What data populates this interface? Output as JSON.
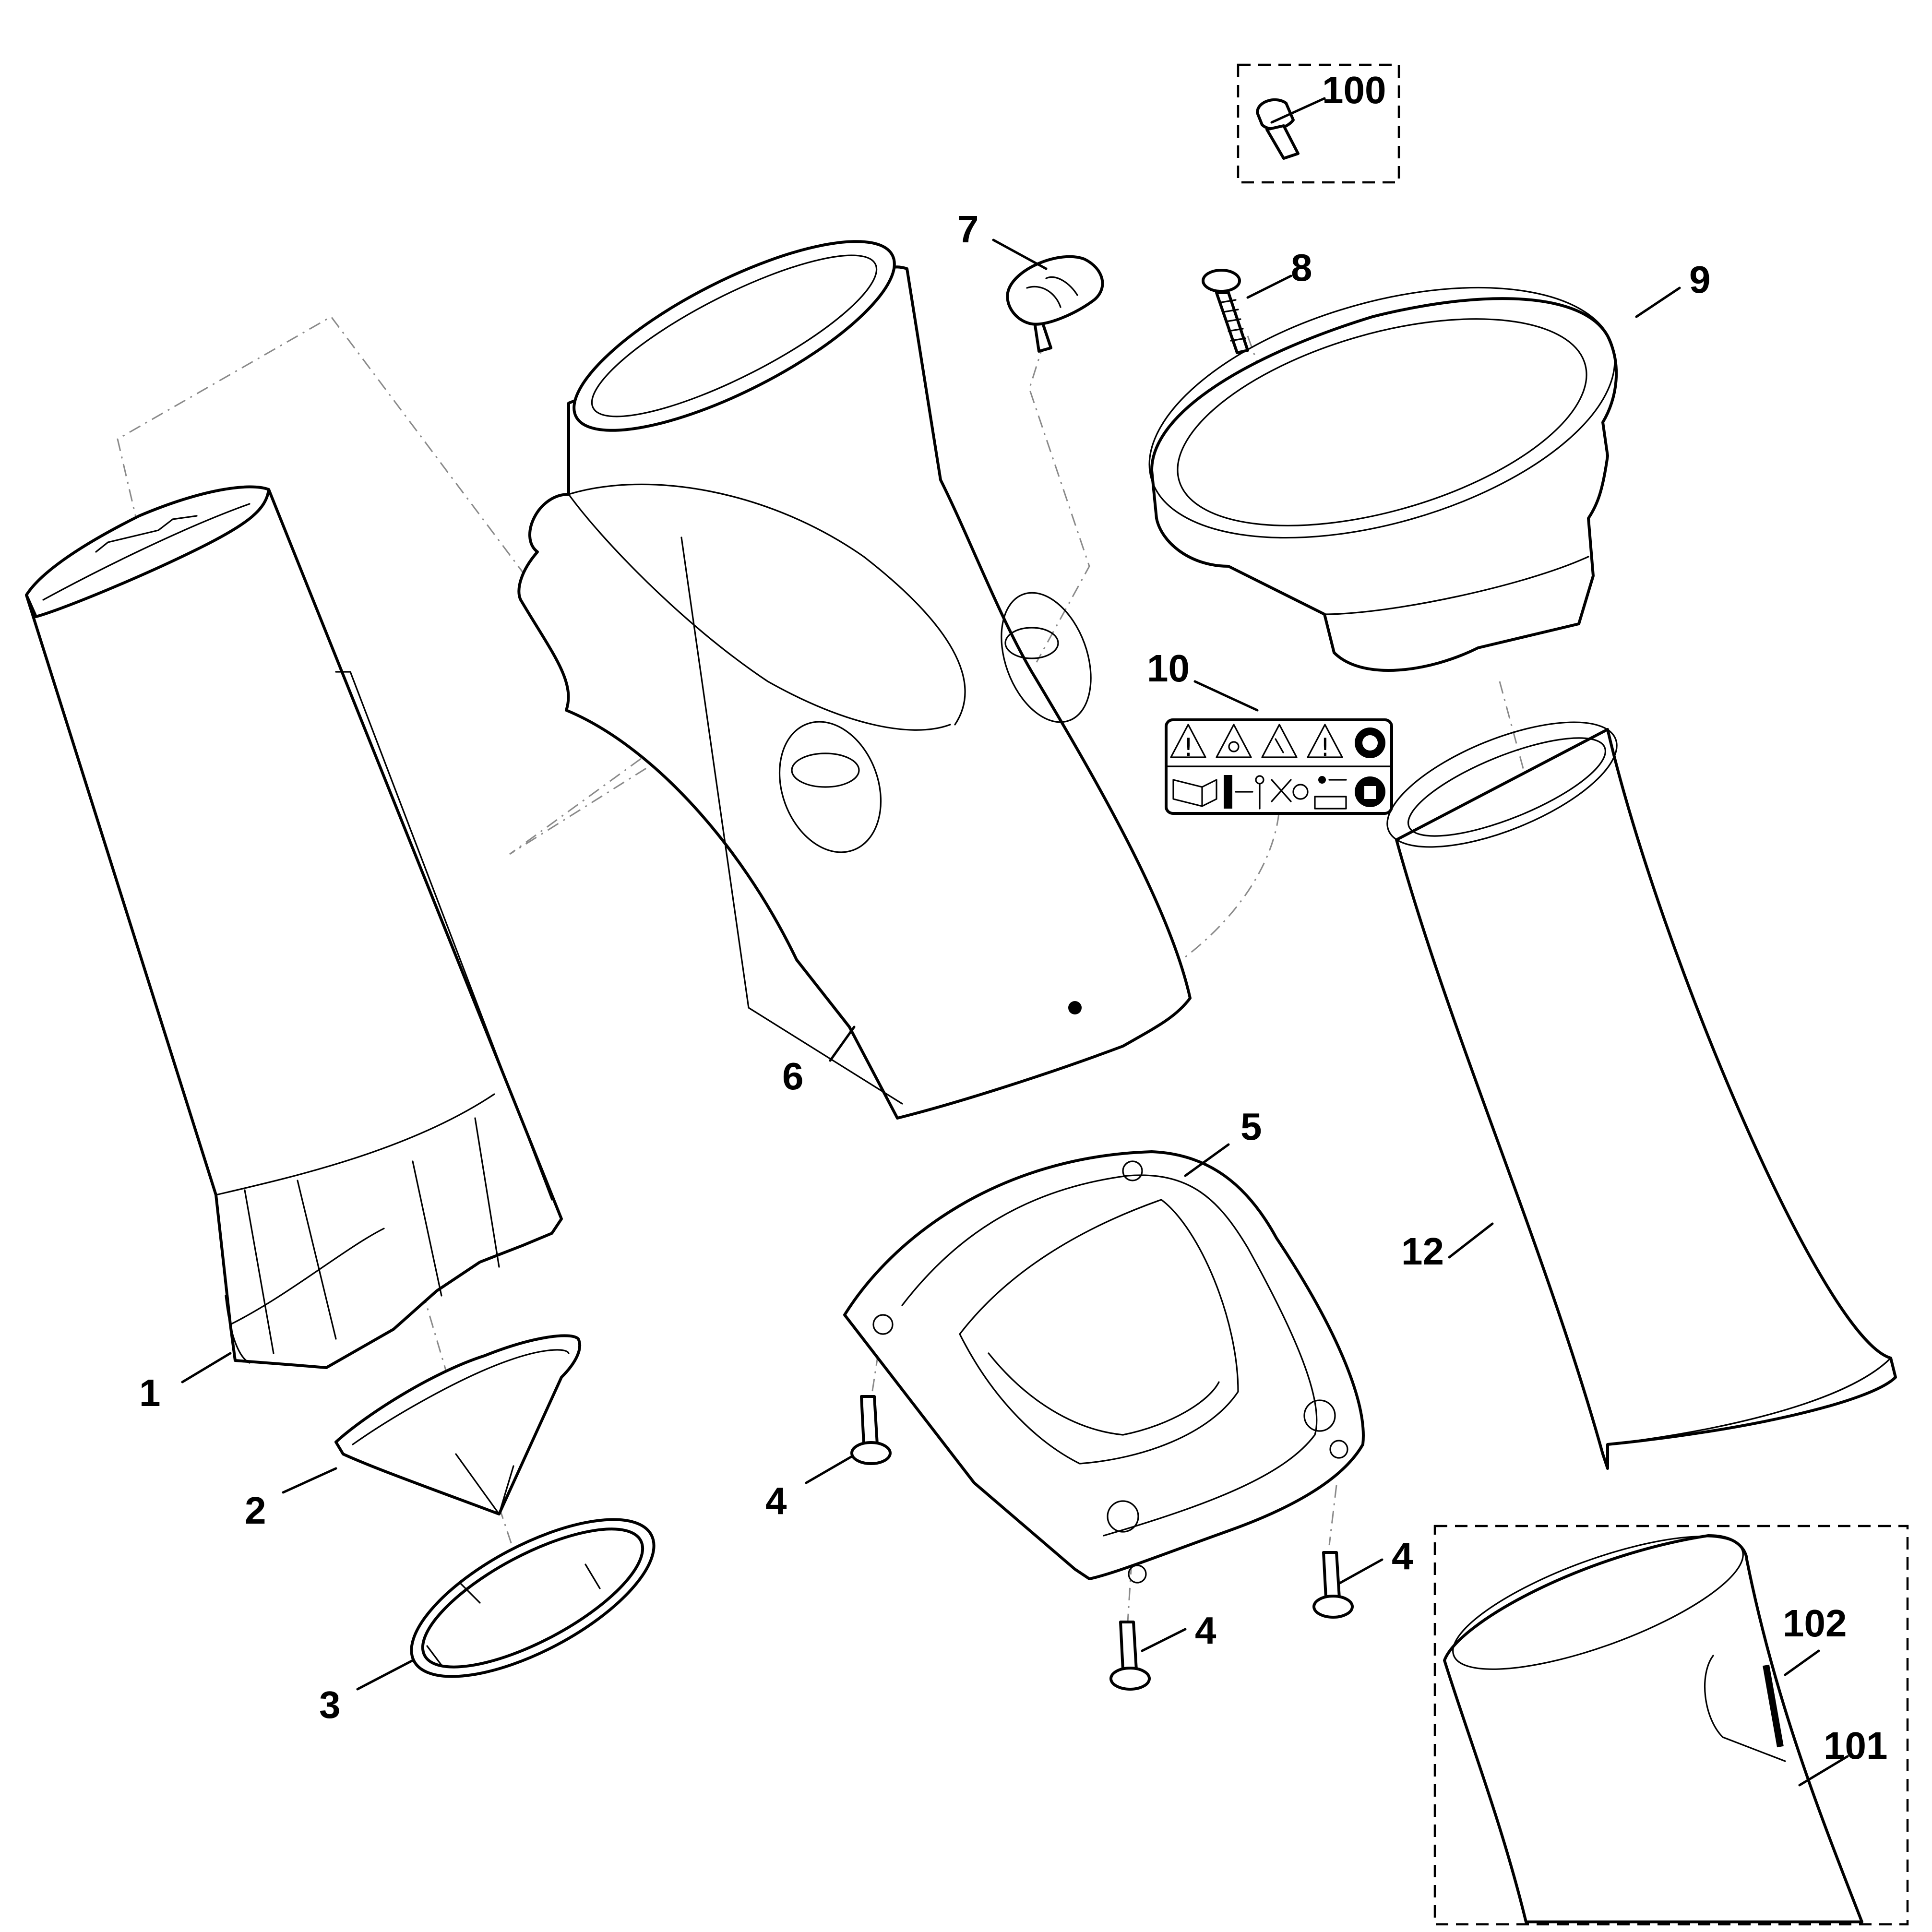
{
  "callouts": {
    "c1": "1",
    "c2": "2",
    "c3": "3",
    "c4a": "4",
    "c4b": "4",
    "c4c": "4",
    "c5": "5",
    "c6": "6",
    "c7": "7",
    "c8": "8",
    "c9": "9",
    "c10": "10",
    "c12": "12",
    "c100": "100",
    "c101": "101",
    "c102": "102"
  },
  "decal": {
    "warning_glyph": "!",
    "row1_icons": [
      "warning-triangle-icon",
      "debris-warning-icon",
      "hand-injury-warning-icon",
      "warning-triangle-icon",
      "eye-ear-protection-icon"
    ],
    "row2_icons": [
      "read-manual-icon",
      "keep-distance-icon",
      "unplug-icon",
      "power-disconnect-icon",
      "gloves-icon"
    ]
  },
  "colors": {
    "line": "#000000",
    "guide": "#8a8a8a",
    "background": "#ffffff"
  }
}
